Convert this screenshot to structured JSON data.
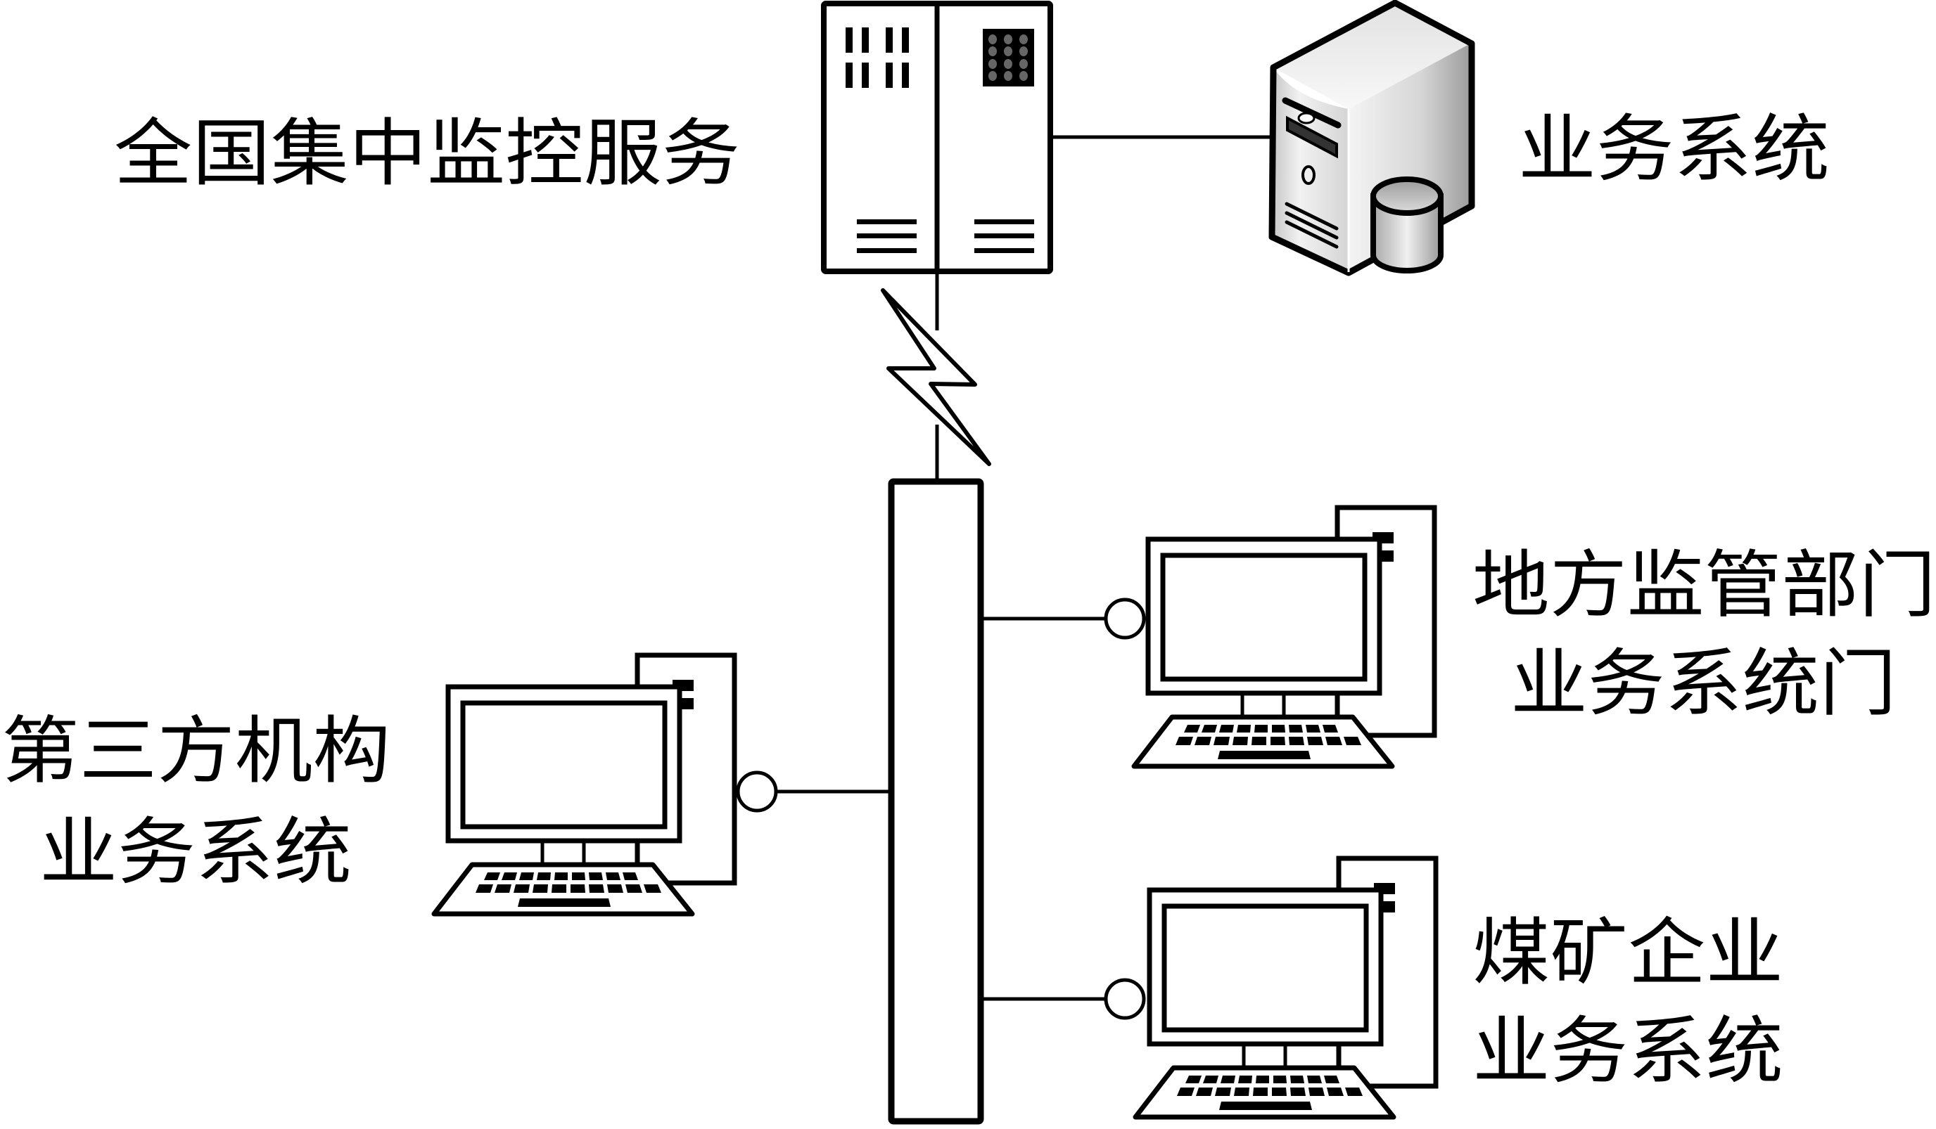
{
  "diagram": {
    "type": "network-topology",
    "nodes": {
      "central_service": {
        "label": "全国集中监控服务",
        "icon": "server-rack-icon"
      },
      "business_system": {
        "label": "业务系统",
        "icon": "tower-server-database-icon"
      },
      "network_bus": {
        "icon": "network-bus"
      },
      "wireless_link": {
        "icon": "lightning-bolt-icon"
      },
      "third_party": {
        "label_line1": "第三方机构",
        "label_line2": "业务系统",
        "icon": "desktop-computer-icon"
      },
      "local_regulator": {
        "label_line1": "地方监管部门",
        "label_line2": "业务系统门",
        "icon": "desktop-computer-icon"
      },
      "coal_mine": {
        "label_line1": "煤矿企业",
        "label_line2": "业务系统",
        "icon": "desktop-computer-icon"
      }
    },
    "edges": [
      {
        "from": "central_service",
        "to": "business_system",
        "kind": "wired"
      },
      {
        "from": "central_service",
        "to": "network_bus",
        "kind": "wireless"
      },
      {
        "from": "network_bus",
        "to": "third_party",
        "kind": "wired"
      },
      {
        "from": "network_bus",
        "to": "local_regulator",
        "kind": "wired"
      },
      {
        "from": "network_bus",
        "to": "coal_mine",
        "kind": "wired"
      }
    ],
    "colors": {
      "line": "#000000",
      "background": "#ffffff",
      "led_dots": "#666666"
    }
  }
}
